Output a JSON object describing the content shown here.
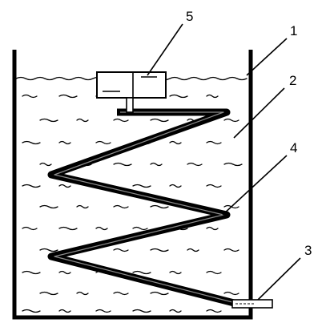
{
  "diagram": {
    "callouts": [
      {
        "id": "1",
        "text": "1"
      },
      {
        "id": "2",
        "text": "2"
      },
      {
        "id": "3",
        "text": "3"
      },
      {
        "id": "4",
        "text": "4"
      },
      {
        "id": "5",
        "text": "5"
      }
    ]
  },
  "colors": {
    "ink": "#000000",
    "paper": "#ffffff"
  }
}
